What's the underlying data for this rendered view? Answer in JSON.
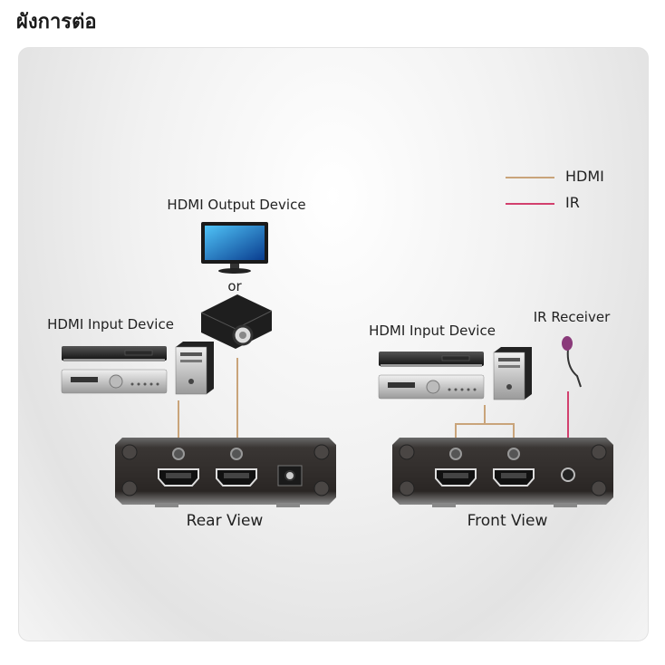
{
  "page_title": "ผังการต่อ",
  "legend": {
    "items": [
      {
        "label": "HDMI",
        "color": "#c9a47a"
      },
      {
        "label": "IR",
        "color": "#d2406e"
      }
    ]
  },
  "rear": {
    "output_label": "HDMI Output Device",
    "or_label": "or",
    "input_label": "HDMI Input Device",
    "view_label": "Rear View"
  },
  "front": {
    "input_label": "HDMI Input Device",
    "ir_label": "IR Receiver",
    "view_label": "Front View"
  }
}
